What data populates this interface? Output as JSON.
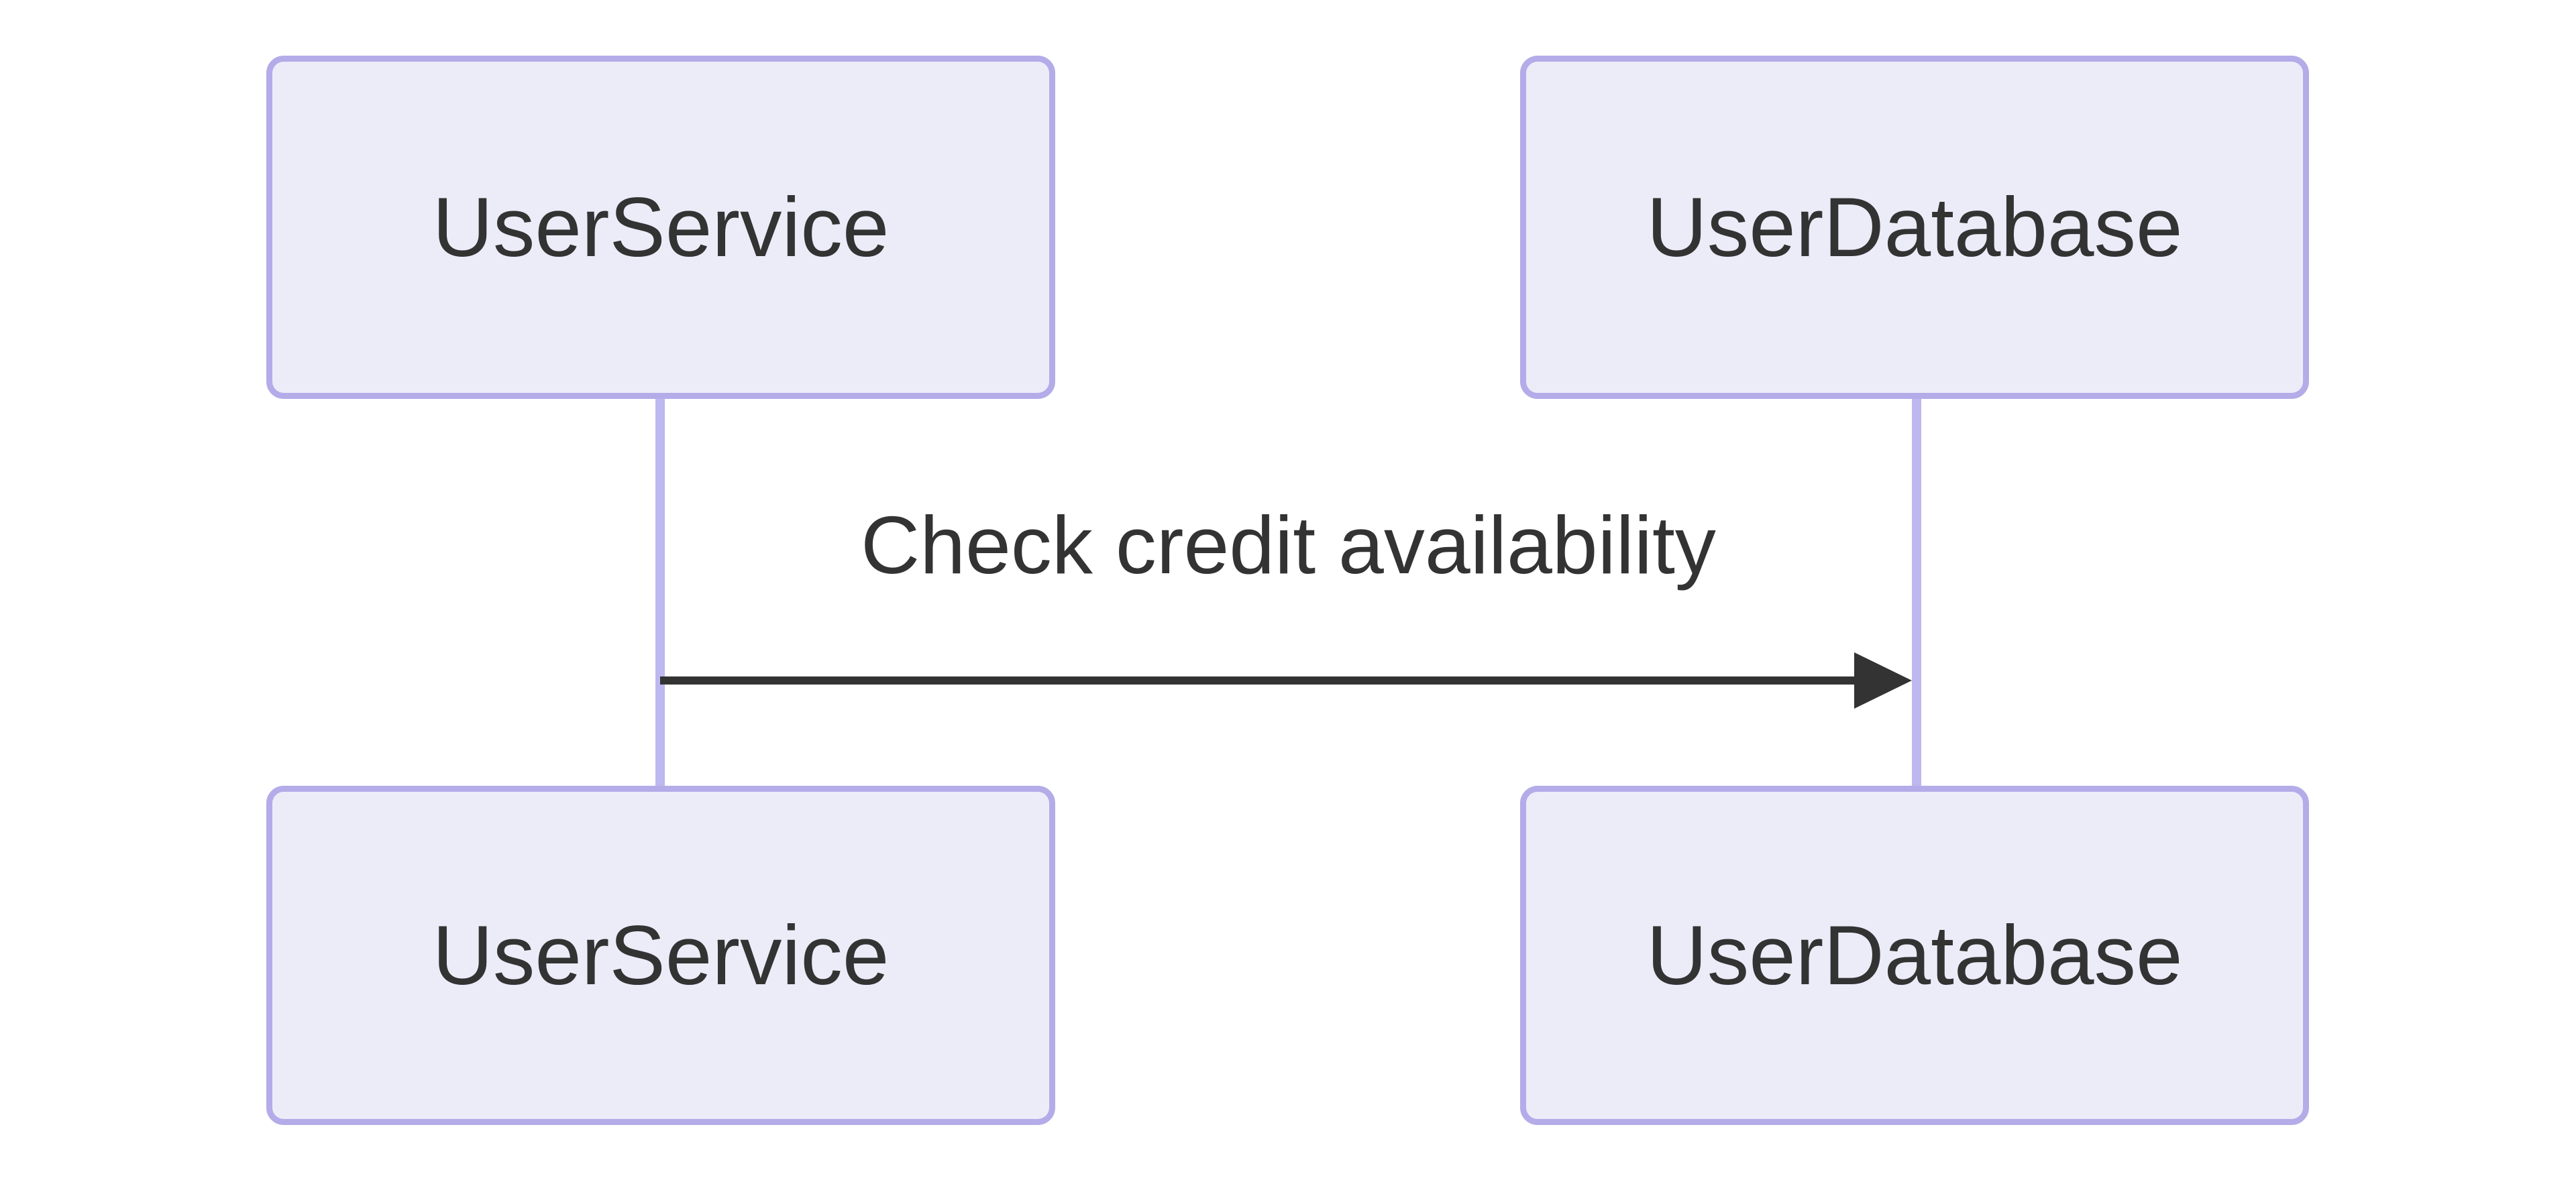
{
  "diagram": {
    "type": "sequence-diagram",
    "background": "#ffffff",
    "colors": {
      "actor_fill": "#ECECF9",
      "actor_border": "#b3ace8",
      "lifeline": "#bdb8f0",
      "message": "#333333",
      "text": "#333333"
    },
    "actors": [
      {
        "id": "UserService",
        "label": "UserService"
      },
      {
        "id": "UserDatabase",
        "label": "UserDatabase"
      }
    ],
    "messages": [
      {
        "from": "UserService",
        "to": "UserDatabase",
        "label": "Check credit availability",
        "line_style": "solid",
        "arrow": "filled-right"
      }
    ]
  }
}
